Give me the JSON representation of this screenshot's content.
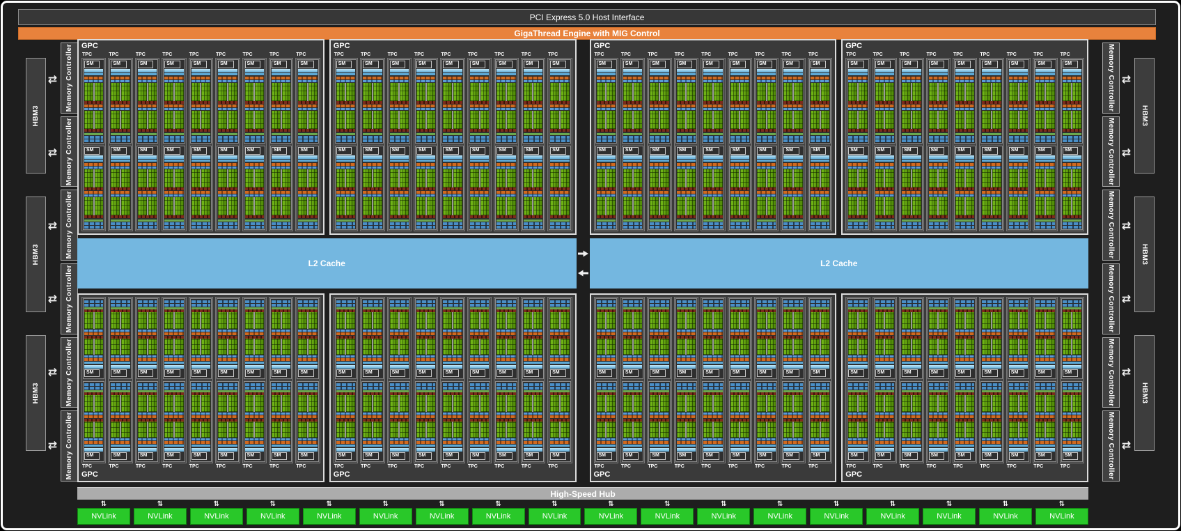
{
  "top_bars": {
    "pci": "PCI Express 5.0 Host Interface",
    "gigathread": "GigaThread Engine with MIG Control"
  },
  "memory": {
    "hbm_label": "HBM3",
    "mc_label": "Memory Controller",
    "hbm_per_side": 3,
    "mc_per_side": 6,
    "sides": [
      "left",
      "right"
    ]
  },
  "core": {
    "gpc_label": "GPC",
    "tpc_label": "TPC",
    "sm_label": "SM",
    "gpc_rows": 2,
    "gpcs_per_row": 4,
    "tpcs_per_gpc": 9,
    "sms_per_tpc": 2
  },
  "l2": {
    "label": "L2 Cache",
    "count": 2
  },
  "bottom": {
    "hub_label": "High-Speed Hub",
    "nvlink_label": "NVLink",
    "nvlink_count": 18
  },
  "icons": {
    "hbm_mc_arrow": "⇄",
    "hub_nvlink_arrow": "⇅"
  },
  "colors": {
    "gigathread_orange": "#E8823C",
    "l2_blue": "#74B7E0",
    "nvlink_green": "#29C829",
    "hub_gray": "#ACACAC",
    "sm_core_green": "#5D9C10",
    "background": "#1E1E1E",
    "frame_white": "#FFFFFF"
  }
}
